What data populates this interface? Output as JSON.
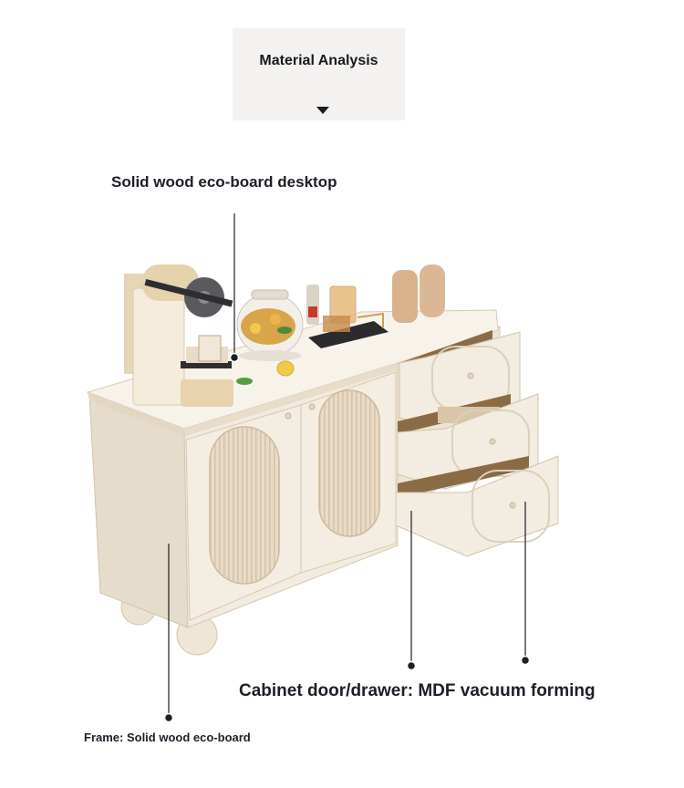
{
  "header": {
    "title": "Material Analysis",
    "background": "#f3f2f1"
  },
  "callouts": {
    "desktop": "Solid wood eco-board desktop",
    "door_drawer": "Cabinet door/drawer: MDF vacuum forming",
    "frame": "Frame: Solid wood eco-board"
  },
  "colors": {
    "cabinet": "#f1e9dc",
    "cabinet_shadow": "#ddd0bb",
    "glass": "#e7d7c2",
    "leader_lines": "#1e1e28",
    "text": "#1e1e28"
  },
  "icons": {
    "header_arrow": "triangle-down-icon",
    "leader_dot": "circle-dot-icon"
  }
}
